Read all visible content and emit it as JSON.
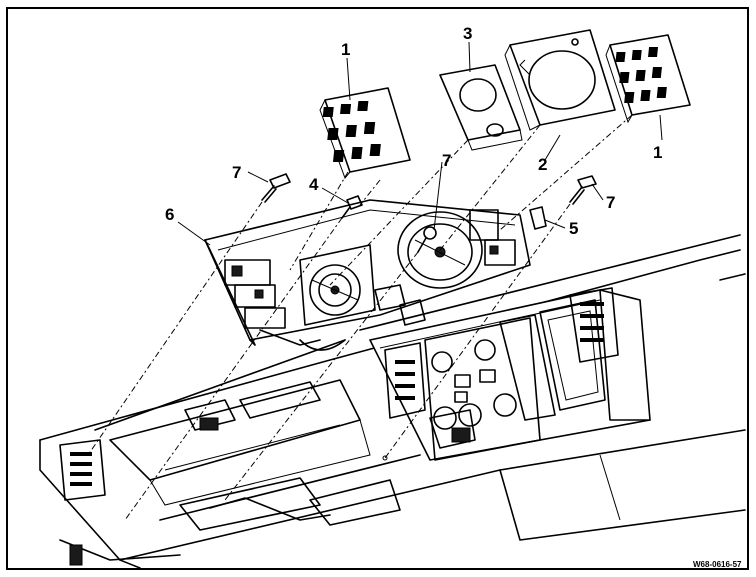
{
  "figure_code": "W68-0616-57",
  "callouts": {
    "c1a": "1",
    "c1b": "1",
    "c2": "2",
    "c3": "3",
    "c4": "4",
    "c5": "5",
    "c6": "6",
    "c7a": "7",
    "c7b": "7",
    "c7c": "7"
  },
  "colors": {
    "ink": "#000000",
    "paper": "#ffffff"
  }
}
